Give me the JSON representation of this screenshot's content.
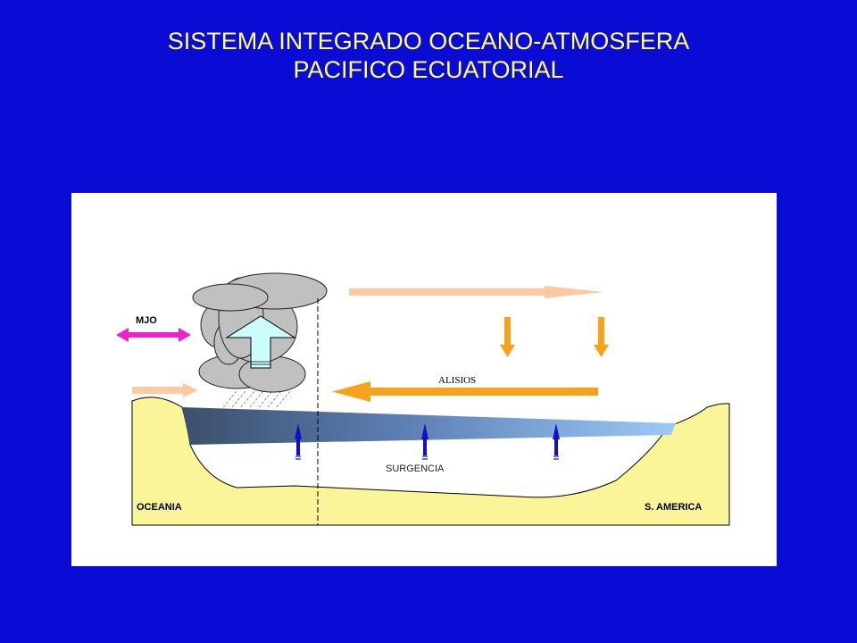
{
  "title": {
    "line1": "SISTEMA INTEGRADO OCEANO-ATMOSFERA",
    "line2": "PACIFICO ECUATORIAL"
  },
  "diagram": {
    "labels": {
      "mjo": "MJO",
      "alisios": "ALISIOS",
      "surgencia": "SURGENCIA",
      "oceania": "OCEANIA",
      "s_america": "S. AMERICA"
    },
    "colors": {
      "background": "#0b0bd6",
      "title": "#ffff66",
      "land": "#fbf59a",
      "trade_winds": "#f7a21b",
      "upper_flow": "#fcc9a0",
      "mjo": "#ee22cc",
      "upwelling": "#1010c8",
      "convection_arrow": "#ccffff",
      "cloud": "#c0c0c0"
    }
  }
}
